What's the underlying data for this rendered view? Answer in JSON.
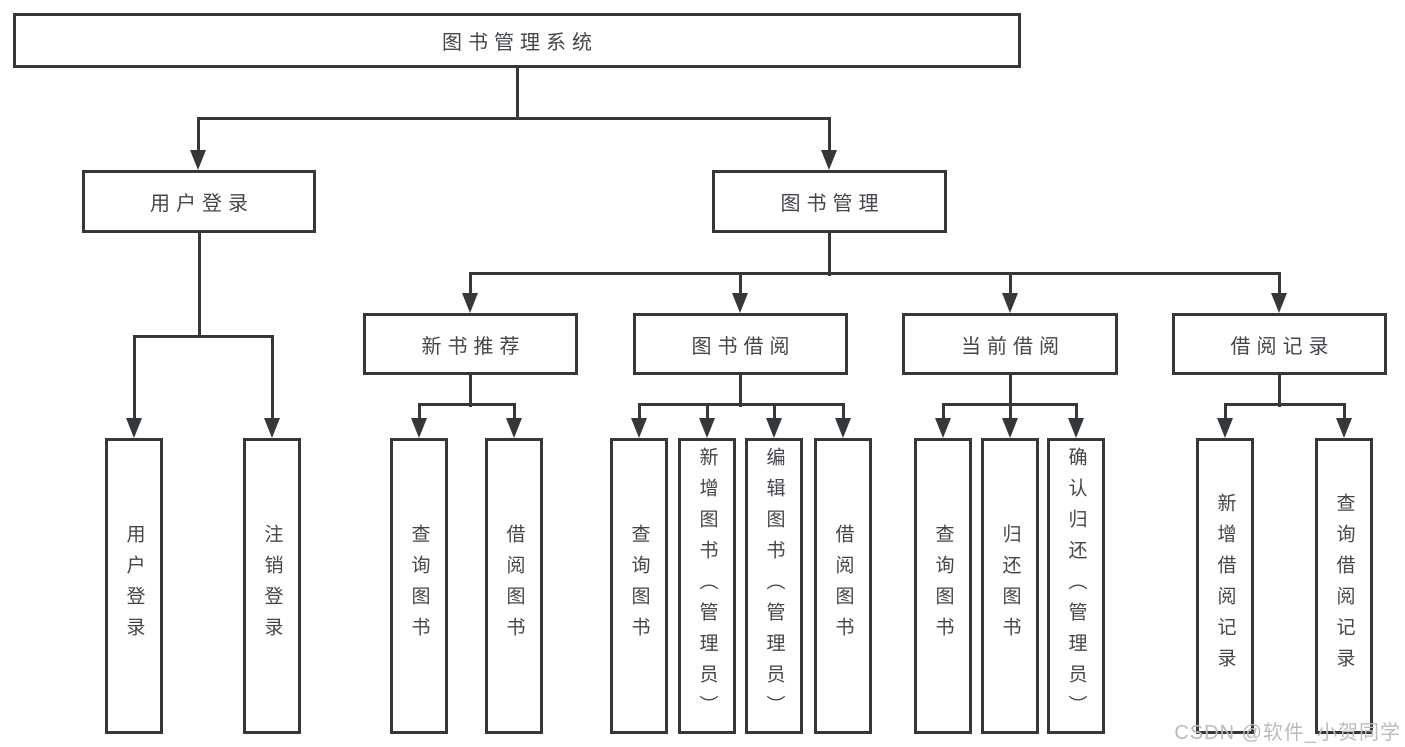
{
  "diagram": {
    "root": {
      "label": "图书管理系统"
    },
    "level2": {
      "user_login": {
        "label": "用户登录"
      },
      "book_management": {
        "label": "图书管理"
      }
    },
    "level3": {
      "new_book_recommend": {
        "label": "新书推荐"
      },
      "book_borrowing": {
        "label": "图书借阅"
      },
      "current_borrowing": {
        "label": "当前借阅"
      },
      "borrowing_records": {
        "label": "借阅记录"
      }
    },
    "leaves": {
      "user_login": {
        "label": "用户登录"
      },
      "logout": {
        "label": "注销登录"
      },
      "recommend_query_books": {
        "label": "查询图书"
      },
      "recommend_borrow_books": {
        "label": "借阅图书"
      },
      "borrowing_query_books": {
        "label": "查询图书"
      },
      "borrowing_add_books_admin": {
        "label": "新增图书（管理员）"
      },
      "borrowing_edit_books_admin": {
        "label": "编辑图书（管理员）"
      },
      "borrowing_borrow_books": {
        "label": "借阅图书"
      },
      "current_query_books": {
        "label": "查询图书"
      },
      "current_return_books": {
        "label": "归还图书"
      },
      "current_confirm_return_admin": {
        "label": "确认归还（管理员）"
      },
      "records_add_record": {
        "label": "新增借阅记录"
      },
      "records_query_record": {
        "label": "查询借阅记录"
      }
    }
  },
  "watermark": {
    "text": "CSDN @软件_小贺同学"
  },
  "colors": {
    "background": "#ffffff",
    "line": "#35383a",
    "box_border": "#35383a",
    "text": "#43464a",
    "watermark": "#b9bcbe"
  }
}
